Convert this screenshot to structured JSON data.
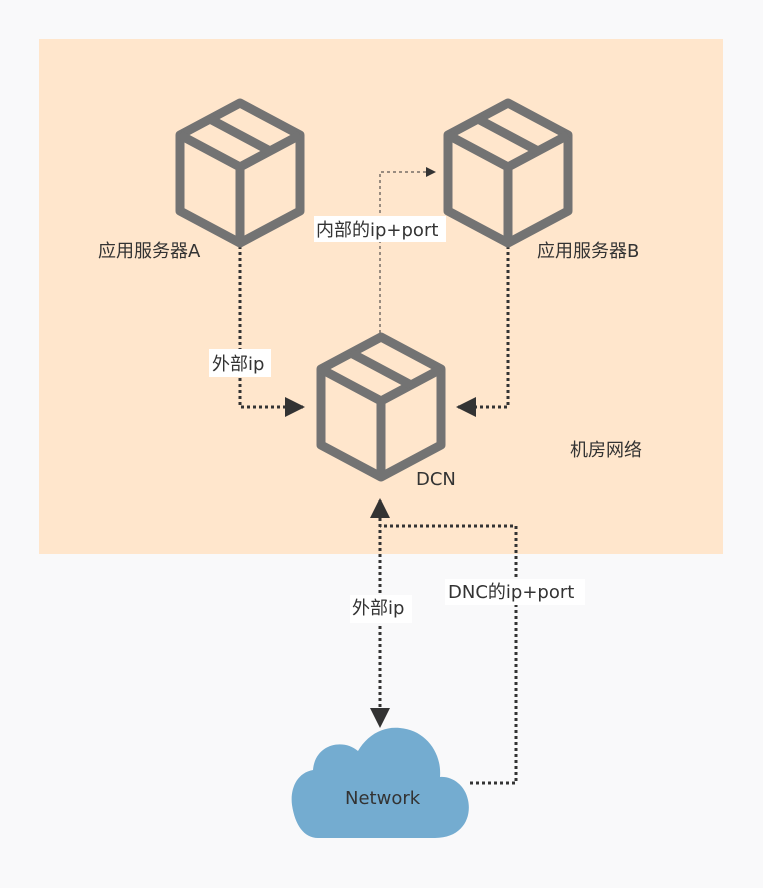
{
  "zone": {
    "label": "机房网络",
    "color": "#ffe6cc"
  },
  "nodes": {
    "server_a": {
      "label": "应用服务器A",
      "icon": "box-icon"
    },
    "server_b": {
      "label": "应用服务器B",
      "icon": "box-icon"
    },
    "dcn": {
      "label": "DCN",
      "icon": "box-icon"
    },
    "network": {
      "label": "Network",
      "icon": "cloud-icon",
      "color": "#74acd0"
    }
  },
  "edges": {
    "a_to_dcn": {
      "label": "外部ip"
    },
    "dcn_to_b": {
      "label": "内部的ip+port"
    },
    "b_to_dcn": {
      "label": ""
    },
    "network_dcn": {
      "label": "外部ip"
    },
    "network_to_dcn_port": {
      "label": "DNC的ip+port"
    }
  },
  "colors": {
    "box_stroke": "#737373",
    "arrow": "#333333"
  }
}
